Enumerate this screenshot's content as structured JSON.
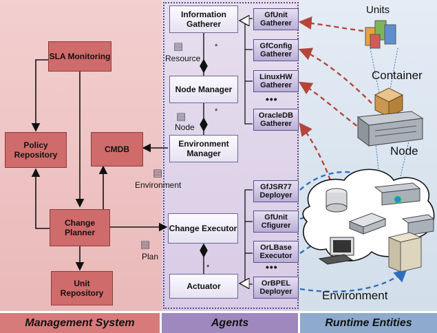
{
  "panels": {
    "management": "Management System",
    "agents": "Agents",
    "runtime": "Runtime Entities"
  },
  "management_boxes": {
    "sla_monitoring": "SLA Monitoring",
    "policy_repository": "Policy Repository",
    "cmdb": "CMDB",
    "change_planner": "Change Planner",
    "unit_repository": "Unit Repository"
  },
  "agent_boxes": {
    "information_gatherer": "Information Gatherer",
    "node_manager": "Node Manager",
    "environment_manager": "Environment Manager",
    "change_executor": "Change Executor",
    "actuator": "Actuator"
  },
  "gatherers": [
    "GfUnit Gatherer",
    "GfConfig Gatherer",
    "LinuxHW Gatherer",
    "OracleDB Gatherer"
  ],
  "deployers": [
    "GfJSR77 Deployer",
    "GfUnit Cfigurer",
    "OrLBase Executor",
    "OrBPEL Deployer"
  ],
  "ellipsis": "•••",
  "multiplicity": "*",
  "data_labels": {
    "resource": "Resource",
    "node": "Node",
    "environment": "Environment",
    "plan": "Plan"
  },
  "runtime_labels": {
    "units": "Units",
    "container": "Container",
    "node": "Node",
    "environment": "Environment"
  },
  "colors": {
    "management_bg": "#eab9b9",
    "management_box": "#cf6b6b",
    "agents_bg": "#d8cbe6",
    "runtime_bg": "#d2deea",
    "red_dashed": "#b5453a",
    "blue_dashed": "#2f6fc0"
  }
}
